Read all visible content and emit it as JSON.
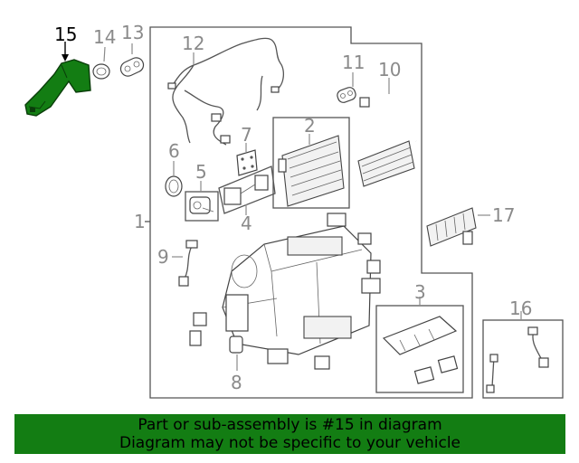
{
  "diagram": {
    "callouts": [
      "15",
      "14",
      "13",
      "12",
      "11",
      "10",
      "2",
      "7",
      "6",
      "5",
      "4",
      "1",
      "17",
      "9",
      "3",
      "16",
      "8"
    ],
    "highlighted_part": "15",
    "highlight_color": "#137d13"
  },
  "banner": {
    "line1": "Part or sub-assembly is #15 in diagram",
    "line2": "Diagram may not be specific to your vehicle",
    "background": "#137d13"
  }
}
